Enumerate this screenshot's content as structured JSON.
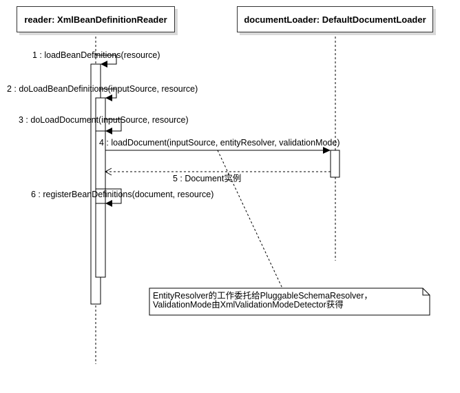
{
  "participants": {
    "reader": "reader: XmlBeanDefinitionReader",
    "loader": "documentLoader: DefaultDocumentLoader"
  },
  "messages": [
    "1 : loadBeanDefinitions(resource)",
    "2 : doLoadBeanDefinitions(inputSource, resource)",
    "3 : doLoadDocument(inputSource, resource)",
    "4 : loadDocument(inputSource, entityResolver, validationMode)",
    "5 : Document实例",
    "6 : registerBeanDefinitions(document, resource)"
  ],
  "note": {
    "text": "EntityResolver的工作委托给PluggableSchemaResolver，ValidationMode由XmlValidationModeDetector获得"
  },
  "colors": {
    "line": "#000000",
    "box_border": "#333333",
    "shadow": "#d9d9d9"
  }
}
